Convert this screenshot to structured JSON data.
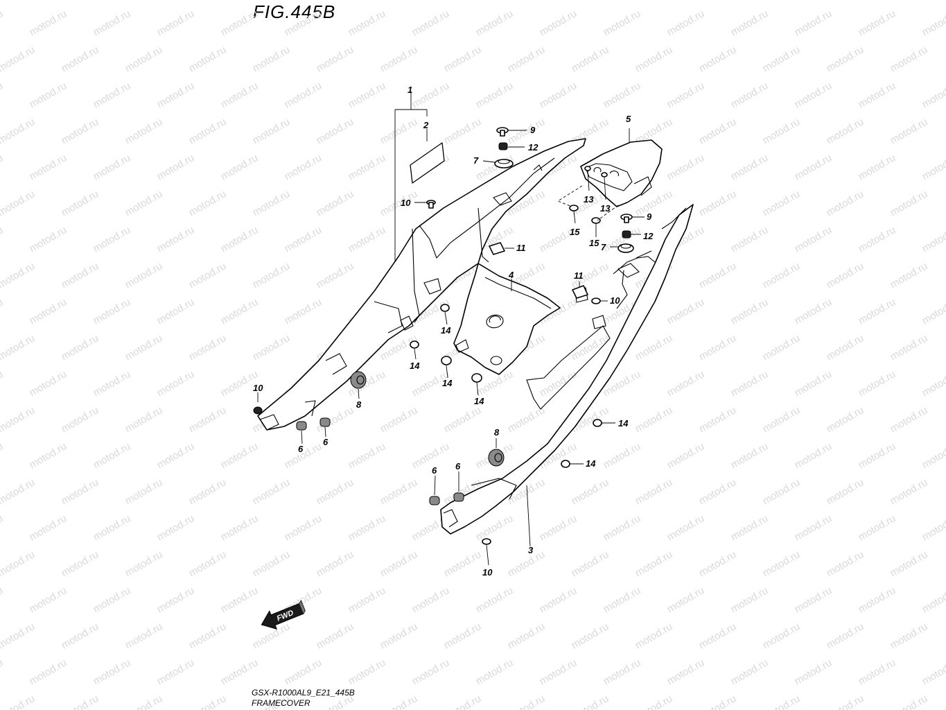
{
  "figure": {
    "title": "FIG.445B",
    "model_code": "GSX-R1000AL9_E21_445B",
    "section_name": "FRAMECOVER"
  },
  "watermark": {
    "text": "motod.ru"
  },
  "fwd_arrow": {
    "label": "FWD"
  },
  "callouts": [
    {
      "id": "c1",
      "label": "1"
    },
    {
      "id": "c2",
      "label": "2"
    },
    {
      "id": "c3",
      "label": "3"
    },
    {
      "id": "c4",
      "label": "4"
    },
    {
      "id": "c5",
      "label": "5"
    },
    {
      "id": "c6a",
      "label": "6"
    },
    {
      "id": "c6b",
      "label": "6"
    },
    {
      "id": "c6c",
      "label": "6"
    },
    {
      "id": "c6d",
      "label": "6"
    },
    {
      "id": "c7a",
      "label": "7"
    },
    {
      "id": "c7b",
      "label": "7"
    },
    {
      "id": "c8a",
      "label": "8"
    },
    {
      "id": "c8b",
      "label": "8"
    },
    {
      "id": "c9a",
      "label": "9"
    },
    {
      "id": "c9b",
      "label": "9"
    },
    {
      "id": "c10a",
      "label": "10"
    },
    {
      "id": "c10b",
      "label": "10"
    },
    {
      "id": "c10c",
      "label": "10"
    },
    {
      "id": "c10d",
      "label": "10"
    },
    {
      "id": "c11a",
      "label": "11"
    },
    {
      "id": "c11b",
      "label": "11"
    },
    {
      "id": "c12a",
      "label": "12"
    },
    {
      "id": "c12b",
      "label": "12"
    },
    {
      "id": "c13a",
      "label": "13"
    },
    {
      "id": "c13b",
      "label": "13"
    },
    {
      "id": "c14a",
      "label": "14"
    },
    {
      "id": "c14b",
      "label": "14"
    },
    {
      "id": "c14c",
      "label": "14"
    },
    {
      "id": "c14d",
      "label": "14"
    },
    {
      "id": "c14e",
      "label": "14"
    },
    {
      "id": "c14f",
      "label": "14"
    },
    {
      "id": "c15a",
      "label": "15"
    },
    {
      "id": "c15b",
      "label": "15"
    }
  ]
}
